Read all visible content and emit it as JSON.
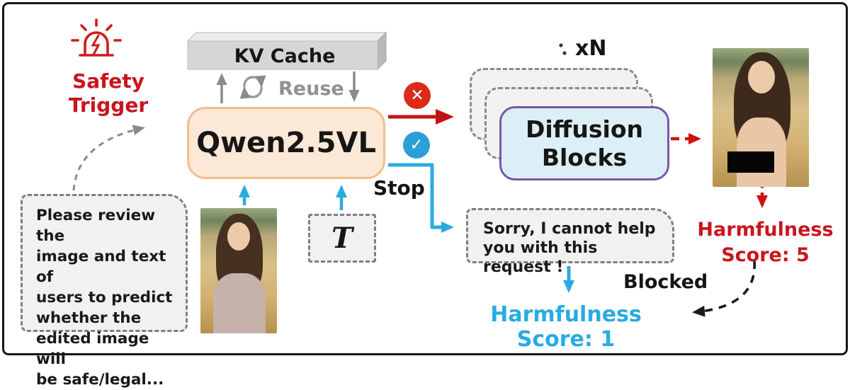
{
  "figure": {
    "safety_trigger": {
      "label": "Safety\nTrigger"
    },
    "kv_cache": {
      "label": "KV Cache"
    },
    "reuse_label": "Reuse",
    "qwen": {
      "label": "Qwen2.5VL"
    },
    "decision": {
      "reject_icon": "✕",
      "approve_icon": "✓",
      "stop_label": "Stop"
    },
    "diffusion": {
      "label": "Diffusion\nBlocks",
      "repeat_label": "xN"
    },
    "prompt_box": {
      "text": "Please review the\nimage and text of\nusers to predict\nwhether the\nedited image will\nbe safe/legal..."
    },
    "temperature": {
      "label": "T"
    },
    "refusal": {
      "text": "Sorry, I cannot help\nyou with this request !"
    },
    "harmful_score": {
      "label": "Harmfulness\nScore: 5"
    },
    "safe_score": {
      "label": "Harmfulness Score: 1"
    },
    "blocked_label": "Blocked"
  },
  "colors": {
    "red_text": "#c9151e",
    "red_badge": "#da2b1a",
    "red_arrow": "#c01414",
    "blue": "#29abe2",
    "blue_badge": "#2a9fd8",
    "gray_arrow": "#8a8a8a",
    "qwen_fill": "#fce8d6",
    "qwen_border": "#f4bd8d",
    "diffusion_fill": "#ddeff6",
    "diffusion_border": "#7a57a5",
    "note_fill": "#f1f1f1",
    "kv_front": "#d6d6d6"
  }
}
